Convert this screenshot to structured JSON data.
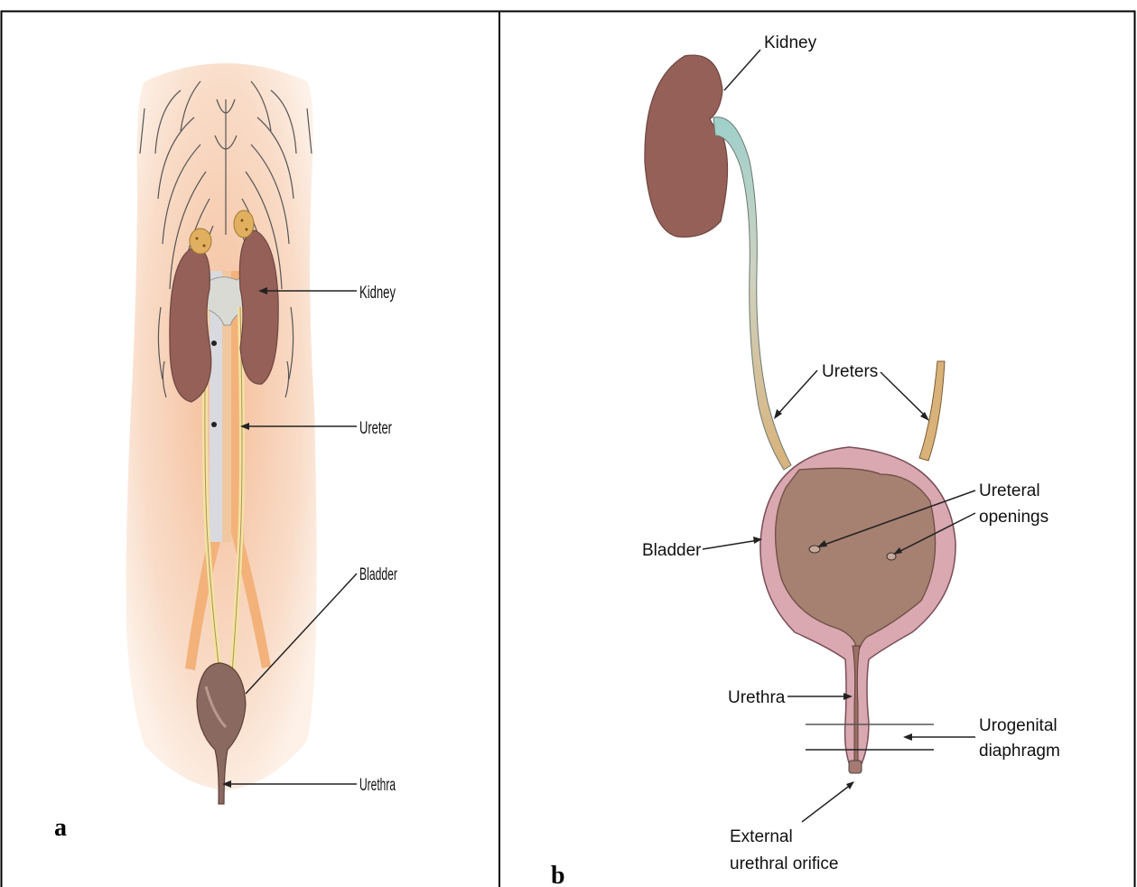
{
  "panel_a": {
    "letter": "a",
    "labels": {
      "kidney": "Kidney",
      "ureter": "Ureter",
      "bladder": "Bladder",
      "urethra": "Urethra"
    }
  },
  "panel_b": {
    "letter": "b",
    "labels": {
      "kidney": "Kidney",
      "ureters": "Ureters",
      "ureteral_openings_1": "Ureteral",
      "ureteral_openings_2": "openings",
      "bladder": "Bladder",
      "urethra": "Urethra",
      "urogenital_1": "Urogenital",
      "urogenital_2": "diaphragm",
      "external_1": "External",
      "external_2": "urethral orifice"
    }
  },
  "colors": {
    "kidney": "#946058",
    "kidney_dark": "#6e4540",
    "bladder_wall": "#d9a8b0",
    "bladder_lumen": "#a68070",
    "skin": "#f7d8c4",
    "pelvis": "#dcdcd8",
    "adrenal": "#e0b060"
  }
}
